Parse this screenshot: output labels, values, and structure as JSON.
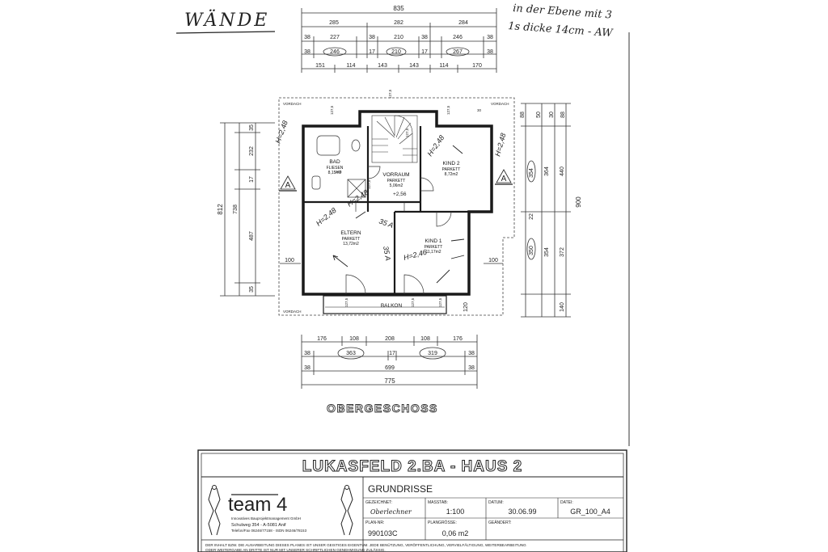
{
  "annotations": {
    "heading": "WÄNDE",
    "note_line1": "in der Ebene mit 3",
    "note_line2": "1s dicke 14cm - AW",
    "height_marks": [
      "H=2,48",
      "H=2,48",
      "H=2,48",
      "H=2,48",
      "H=2,48",
      "H=2,46"
    ],
    "wall_marks": [
      "35 A",
      "35 A"
    ]
  },
  "dimensions": {
    "top": {
      "overall": "835",
      "row1": [
        "285",
        "282",
        "284"
      ],
      "row2": [
        "38",
        "227",
        "38",
        "210",
        "38",
        "246",
        "38"
      ],
      "row3": [
        "38",
        "246",
        "17",
        "210",
        "17",
        "267",
        "38"
      ],
      "row4": [
        "151",
        "114",
        "143",
        "143",
        "114",
        "170"
      ]
    },
    "bottom": {
      "row1": [
        "176",
        "108",
        "208",
        "108",
        "176"
      ],
      "row2": [
        "38",
        "363",
        "17",
        "319",
        "38"
      ],
      "row3": [
        "38",
        "699",
        "38"
      ],
      "overall": "775"
    },
    "left": {
      "overall": "812",
      "chain1": [
        "35",
        "232",
        "17",
        "487",
        "35"
      ],
      "chain2": "738",
      "offset": "100"
    },
    "right": {
      "chain1": [
        "88",
        "50",
        "30",
        "88"
      ],
      "chain2": [
        "354",
        "22",
        "350"
      ],
      "chain3": [
        "364",
        "354"
      ],
      "chain4": [
        "440",
        "372"
      ],
      "chain5": [
        "140"
      ],
      "overall": "900",
      "offset": "100",
      "balcony": "120"
    },
    "inner": [
      "127,5",
      "127,5",
      "127,5",
      "30",
      "127,5",
      "127,5",
      "127,5",
      "205",
      "127,5",
      "127,5"
    ]
  },
  "plan": {
    "labels": {
      "overhang": "VORDACH",
      "section": "A",
      "level": "+2,56"
    },
    "rooms": [
      {
        "name": "BAD",
        "floor": "FLIESEN",
        "area": "8,15m2"
      },
      {
        "name": "VORRAUM",
        "floor": "PARKETT",
        "area": "5,06m2"
      },
      {
        "name": "KIND 2",
        "floor": "PARKETT",
        "area": "8,72m2"
      },
      {
        "name": "ELTERN",
        "floor": "PARKETT",
        "area": "13,72m2"
      },
      {
        "name": "KIND 1",
        "floor": "PARKETT",
        "area": "11,17m2"
      },
      {
        "name": "BALKON",
        "floor": "",
        "area": ""
      }
    ]
  },
  "floor_title": "OBERGESCHOSS",
  "title_block": {
    "project": "LUKASFELD 2.BA - HAUS 2",
    "logo_text": "team 4",
    "company": "Innovatives Bauprojektmanagement GmbH",
    "address": "Schulweg 354  -  A-5081 Anif",
    "contact": "Telefon/Fax 06246/77158  -  ISDN 06246/78153",
    "drawing_type": "GRUNDRISSE",
    "fields": {
      "drawn_by_label": "GEZEICHNET:",
      "drawn_by_value": "Oberlechner",
      "scale_label": "MASSTAB:",
      "scale_value": "1:100",
      "date_label": "DATUM:",
      "date_value": "30.06.99",
      "file_label": "DATEI:",
      "file_value": "GR_100_A4",
      "plan_no_label": "PLAN-NR:",
      "plan_no_value": "990103C",
      "plan_size_label": "PLANGRÖSSE:",
      "plan_size_value": "0,06 m2",
      "changed_label": "GEÄNDERT:",
      "changed_value": ""
    },
    "footer_line1": "DER INHALT BZW. DIE AUSARBEITUNG DIESES PLANES IST UNSER GEISTIGES EIGENTUM. JEDE BENÜTZUNG, VERÖFFENTLICHUNG, VERVIELFÄLTIGUNG, WEITERBEARBEITUNG",
    "footer_line2": "ODER WEITERGABE AN DRITTE IST NUR MIT UNSERER SCHRIFTLICHEN GENEHMIGUNG ZULÄSSIG."
  }
}
